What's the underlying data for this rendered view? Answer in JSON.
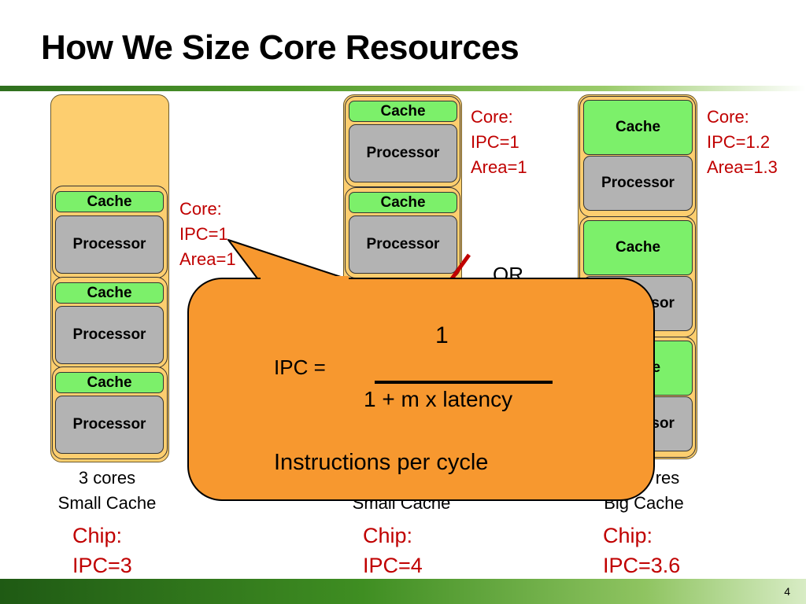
{
  "slide": {
    "title": "How We Size Core Resources",
    "slide_number": "4"
  },
  "labels": {
    "cache": "Cache",
    "processor": "Processor"
  },
  "config_left": {
    "core_lines": [
      "Core:",
      "IPC=1",
      "Area=1"
    ],
    "desc_lines": [
      "3 cores",
      "Small Cache"
    ],
    "chip_lines": [
      "Chip:",
      "IPC=3"
    ]
  },
  "config_mid": {
    "core_lines": [
      "Core:",
      "IPC=1",
      "Area=1"
    ],
    "desc_lines": [
      "Small Cache"
    ],
    "chip_lines": [
      "Chip:",
      "IPC=4"
    ]
  },
  "config_right": {
    "core_lines": [
      "Core:",
      "IPC=1.2",
      "Area=1.3"
    ],
    "desc_lines": [
      "res",
      "Big Cache"
    ],
    "chip_lines": [
      "Chip:",
      "IPC=3.6"
    ]
  },
  "or_label": "OR",
  "callout": {
    "numerator": "1",
    "lhs": "IPC =",
    "denominator": "1 + m x latency",
    "note": "Instructions per cycle"
  },
  "colors": {
    "chip_bg": "#fdce6f",
    "cache_bg": "#7cf06a",
    "processor_bg": "#b3b3b3",
    "callout_bg": "#f7982f",
    "red_text": "#c00000",
    "accent_green": "#3f8e22"
  }
}
